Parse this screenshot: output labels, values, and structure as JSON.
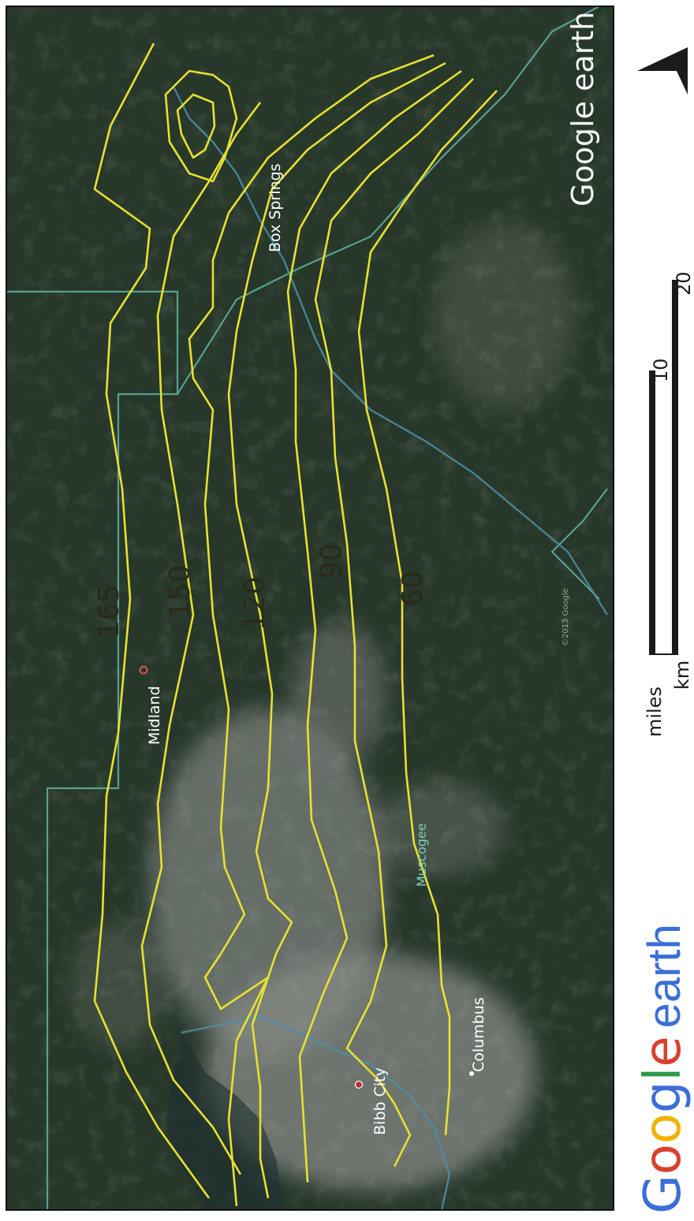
{
  "map": {
    "contour_values": [
      "165",
      "150",
      "120",
      "90",
      "60"
    ],
    "places": {
      "midland": "Midland",
      "box_springs": "Box Springs",
      "bibb_city": "Bibb City",
      "columbus": "Columbus",
      "muscogee": "Muscogee"
    },
    "watermark": "Google earth",
    "copyright": "©2013 Google",
    "colors": {
      "contour": "#e8e030",
      "boundary": "#5fb3a4",
      "river": "#4e8fa8",
      "land": "#27372a",
      "city": "#7b807c"
    }
  },
  "scale_bar": {
    "miles_label": "miles",
    "km_label": "km",
    "tick_10": "10",
    "tick_20": "20"
  },
  "north_arrow": {
    "icon": "north-arrow-icon"
  },
  "logo": {
    "text": "Google earth",
    "google": "Google",
    "earth": "earth"
  }
}
